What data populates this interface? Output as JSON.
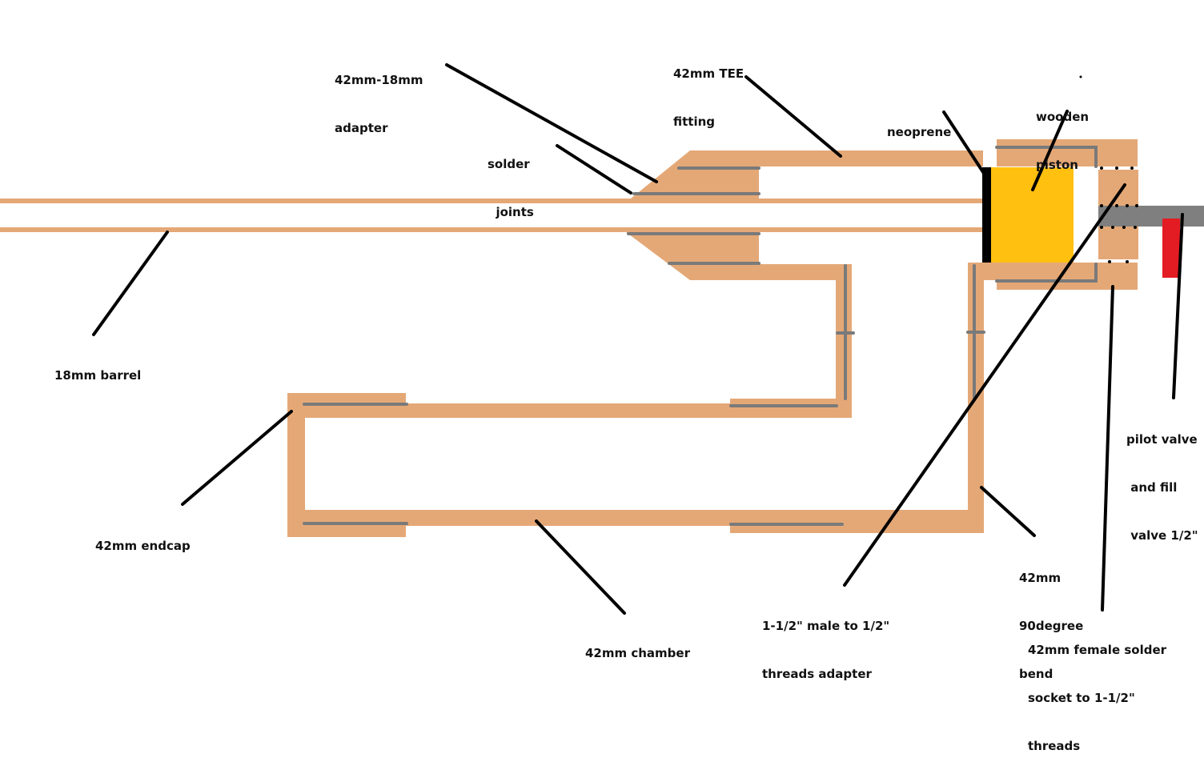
{
  "title": "Pneumatic piston valve cannon cross-section",
  "colors": {
    "copper": "#E4A877",
    "solder": "#7A7A7A",
    "leader": "#000000",
    "piston": "#FFC010",
    "neoprene": "#000000",
    "valve_pipe": "#7F7F7F",
    "valve_handle": "#E31C23",
    "background": "#FFFFFF"
  },
  "labels": {
    "adapter": [
      "42mm-18mm",
      "adapter"
    ],
    "tee": [
      "42mm TEE",
      "fitting"
    ],
    "solder": [
      "solder",
      "  joints"
    ],
    "neoprene": [
      "neoprene"
    ],
    "piston": [
      "wooden",
      "piston"
    ],
    "barrel": [
      "18mm barrel"
    ],
    "pilot": [
      "pilot valve",
      " and fill",
      " valve 1/2\""
    ],
    "endcap": [
      "42mm endcap"
    ],
    "chamber": [
      "42mm chamber"
    ],
    "male_adapter": [
      "1-1/2\" male to 1/2\"",
      "threads adapter"
    ],
    "bend": [
      "42mm",
      "90degree",
      "bend"
    ],
    "socket": [
      "42mm female solder",
      "socket to 1-1/2\"",
      "threads"
    ]
  },
  "components": [
    {
      "id": "barrel",
      "name": "18mm barrel",
      "material": "copper"
    },
    {
      "id": "adapter",
      "name": "42mm-18mm adapter",
      "material": "copper"
    },
    {
      "id": "tee",
      "name": "42mm TEE fitting",
      "material": "copper"
    },
    {
      "id": "neoprene",
      "name": "neoprene",
      "material": "rubber"
    },
    {
      "id": "piston",
      "name": "wooden piston",
      "material": "wood"
    },
    {
      "id": "socket",
      "name": "42mm female solder socket to 1-1/2\" threads",
      "material": "copper"
    },
    {
      "id": "male_adapter",
      "name": "1-1/2\" male to 1/2\" threads adapter",
      "material": "copper"
    },
    {
      "id": "pilot",
      "name": "pilot valve and fill valve 1/2\"",
      "material": "valve"
    },
    {
      "id": "bend",
      "name": "42mm 90degree bend",
      "material": "copper"
    },
    {
      "id": "chamber",
      "name": "42mm chamber",
      "material": "copper"
    },
    {
      "id": "endcap",
      "name": "42mm endcap",
      "material": "copper"
    }
  ]
}
